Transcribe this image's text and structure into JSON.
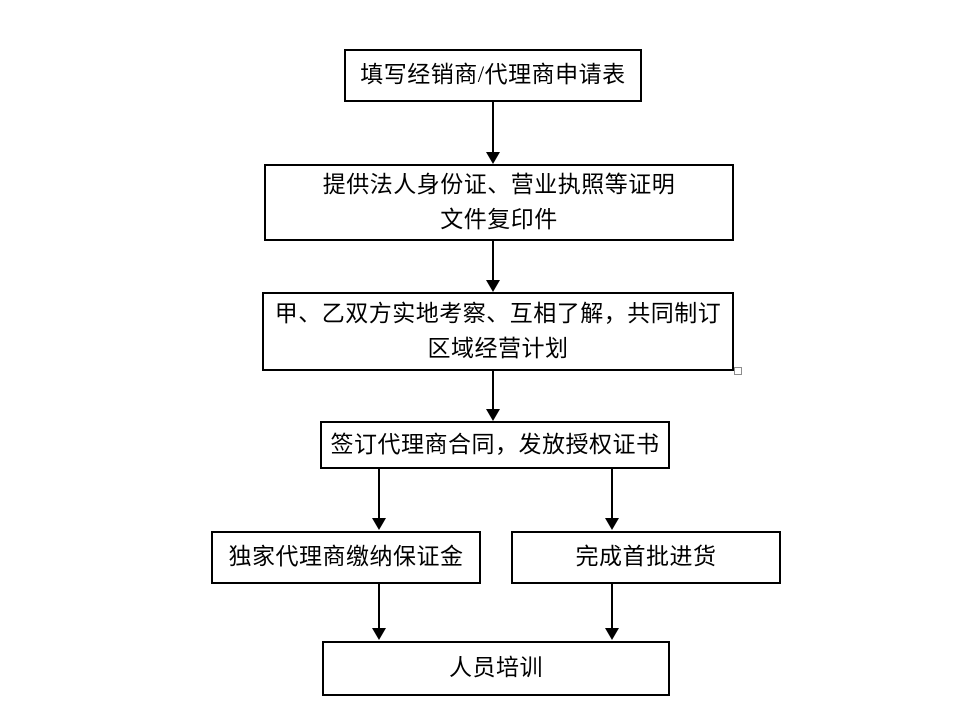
{
  "flowchart": {
    "nodes": [
      {
        "id": "application-form",
        "lines": [
          "填写经销商/代理商申请表"
        ]
      },
      {
        "id": "documents",
        "lines": [
          "提供法人身份证、营业执照等证明",
          "文件复印件"
        ]
      },
      {
        "id": "survey-plan",
        "lines": [
          "甲、乙双方实地考察、互相了解，共同制订",
          "区域经营计划"
        ]
      },
      {
        "id": "contract",
        "lines": [
          "签订代理商合同，发放授权证书"
        ]
      },
      {
        "id": "deposit",
        "lines": [
          "独家代理商缴纳保证金"
        ]
      },
      {
        "id": "first-order",
        "lines": [
          "完成首批进货"
        ]
      },
      {
        "id": "training",
        "lines": [
          "人员培训"
        ]
      }
    ],
    "colors": {
      "border": "#000000",
      "text": "#000000",
      "background": "#ffffff",
      "arrow": "#000000",
      "handle": "#8c8c8c"
    }
  }
}
